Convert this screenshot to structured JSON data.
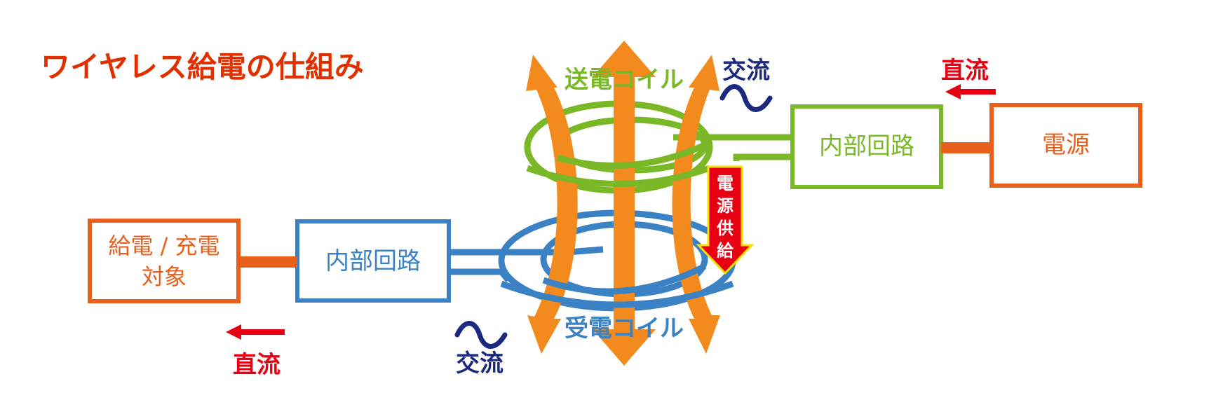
{
  "title": "ワイヤレス給電の仕組み",
  "transmit_coil_label": "送電コイル",
  "receive_coil_label": "受電コイル",
  "ac_top": "交流",
  "ac_bottom": "交流",
  "dc_top": "直流",
  "dc_bottom": "直流",
  "internal_circuit_tx": "内部回路",
  "internal_circuit_rx": "内部回路",
  "power_source": "電源",
  "target_line1": "給電 / 充電",
  "target_line2": "対象",
  "power_supply_arrow": [
    "電",
    "源",
    "供",
    "給"
  ],
  "colors": {
    "title": "#e03000",
    "orange": "#f28a1e",
    "green": "#7ab828",
    "blue": "#3b82c4",
    "box_orange": "#e8601c",
    "navy": "#1b2a80",
    "red": "#e60012",
    "yellow": "#f5e000"
  }
}
